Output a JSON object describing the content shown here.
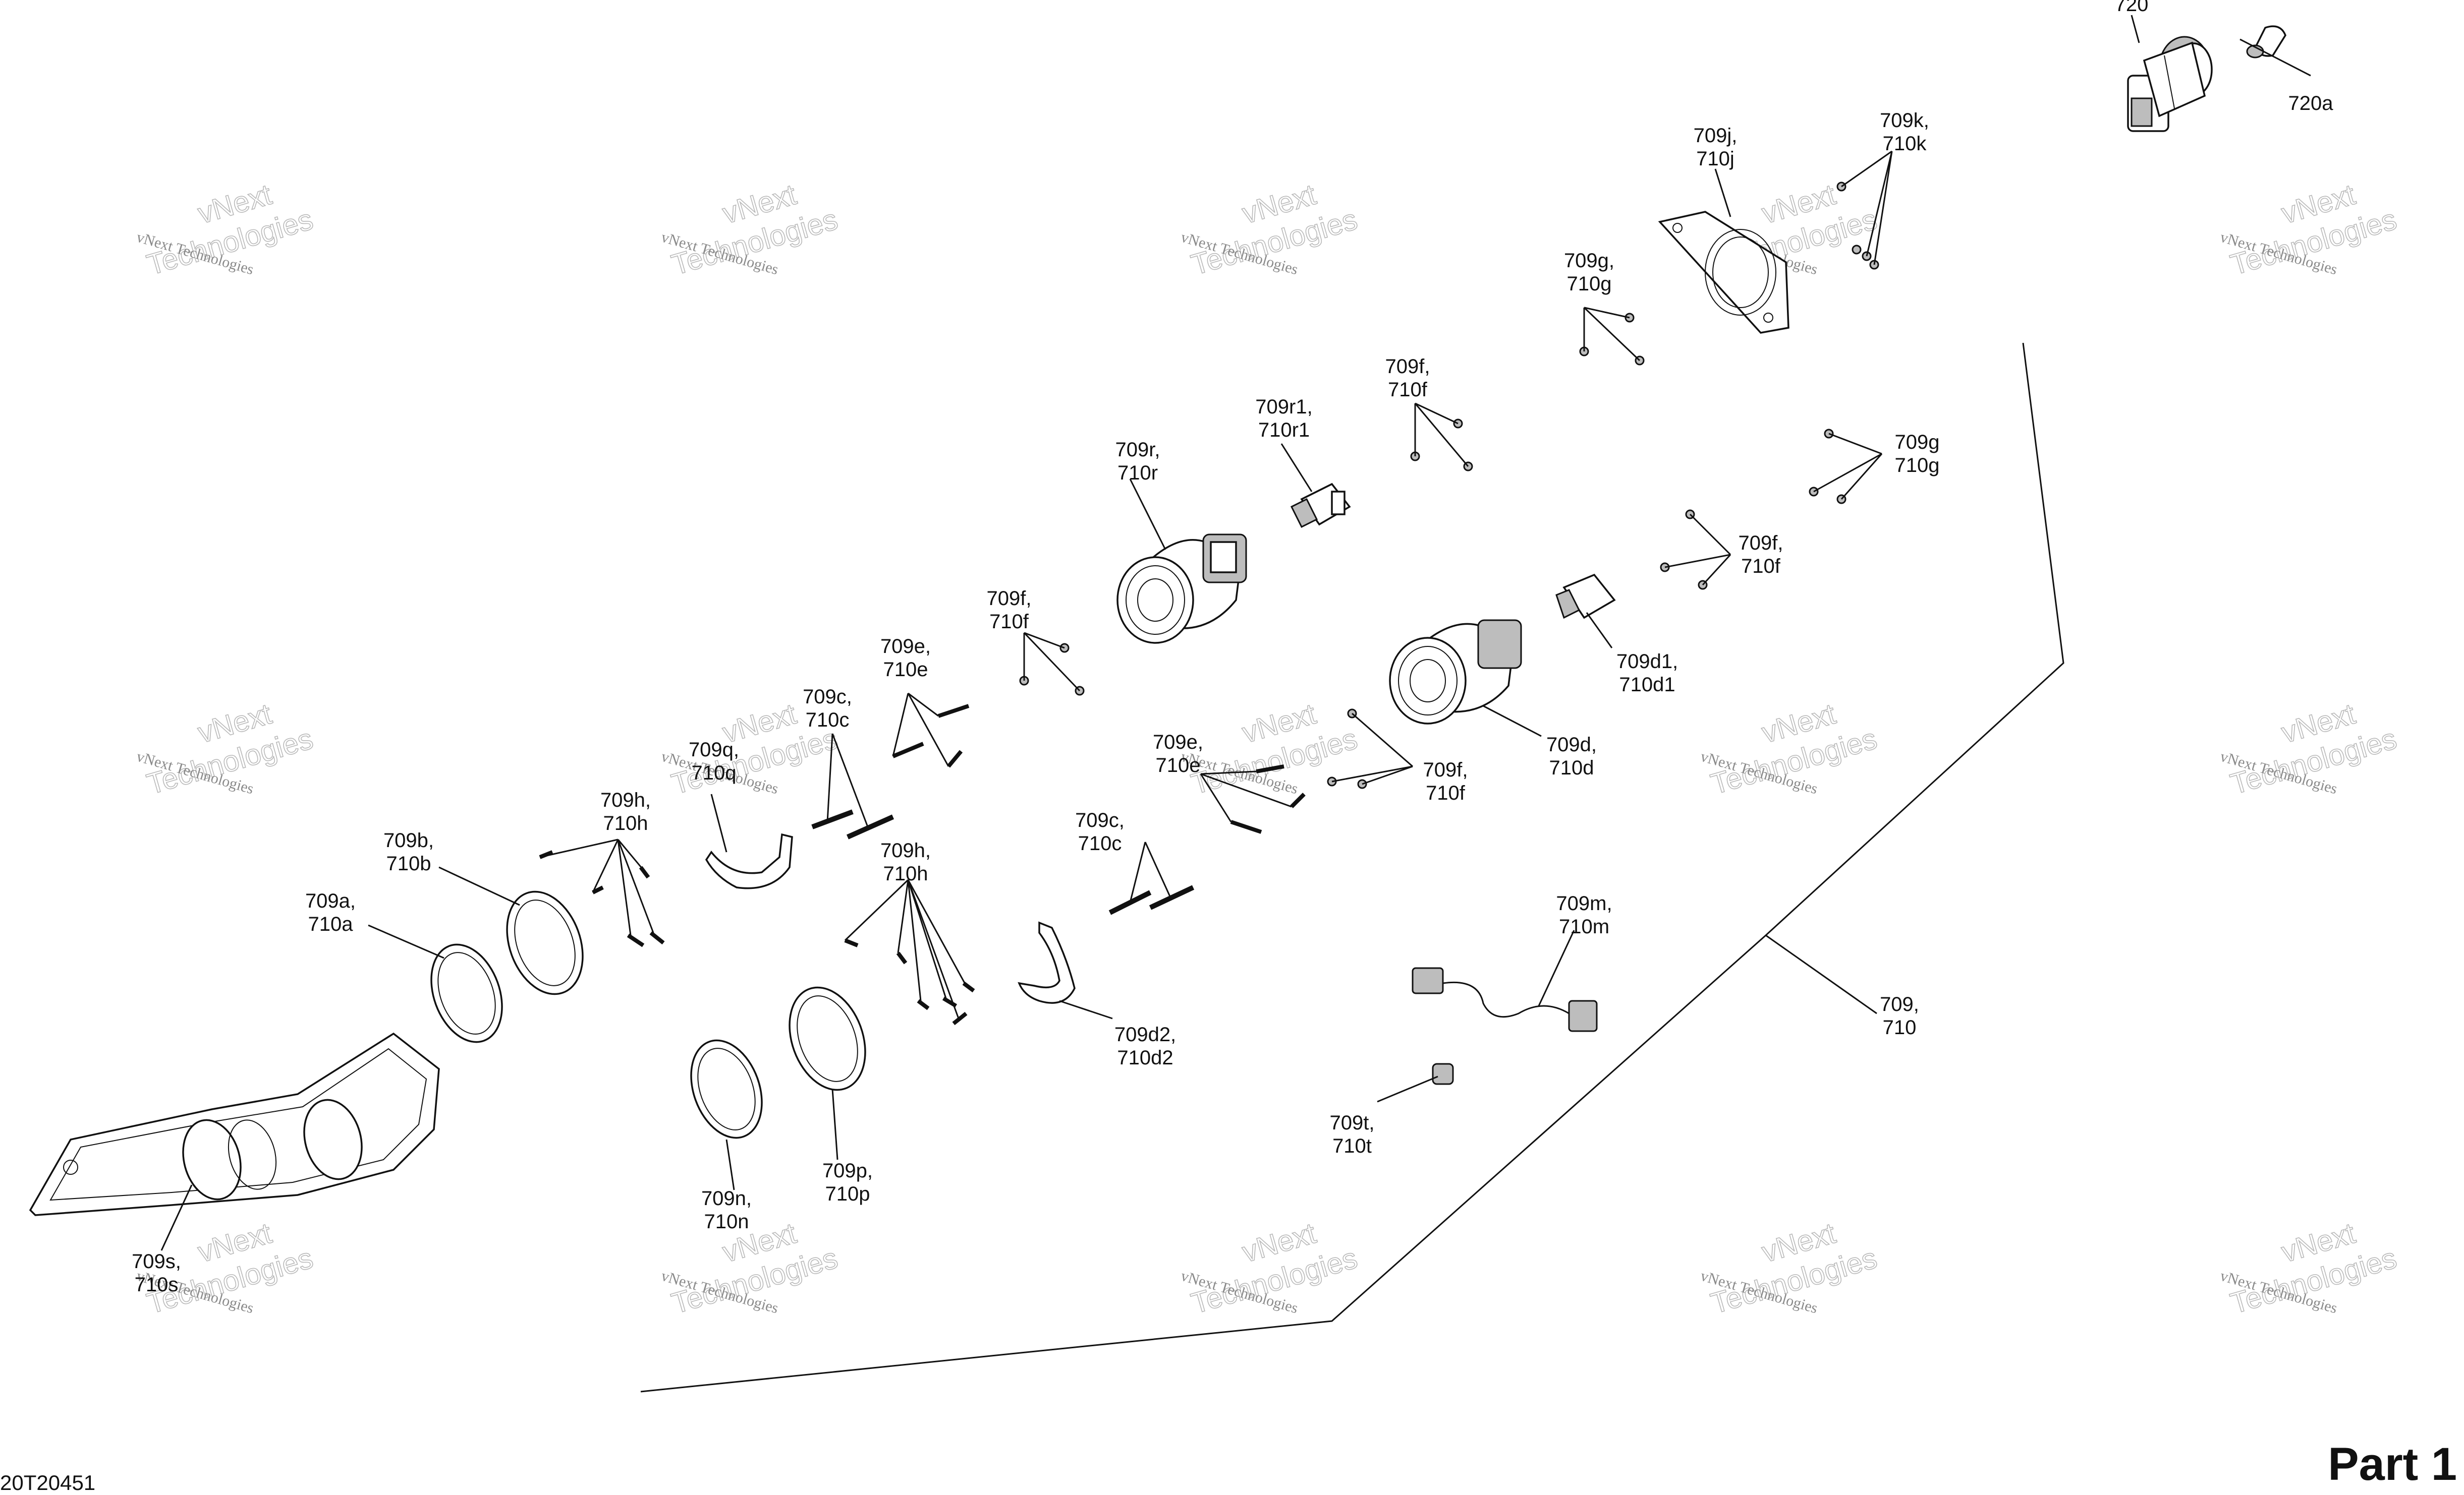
{
  "drawing_code": "20T20451",
  "part_title": "Part 1",
  "watermark": {
    "line1": "vNext Technologies",
    "line2": "Technologies"
  },
  "callouts": [
    {
      "id": "720",
      "lines": [
        "720"
      ]
    },
    {
      "id": "720a",
      "lines": [
        "720a"
      ]
    },
    {
      "id": "709j",
      "lines": [
        "709j,",
        "710j"
      ]
    },
    {
      "id": "709k",
      "lines": [
        "709k,",
        "710k"
      ]
    },
    {
      "id": "709g-top",
      "lines": [
        "709g,",
        "710g"
      ]
    },
    {
      "id": "709f-top",
      "lines": [
        "709f,",
        "710f"
      ]
    },
    {
      "id": "709r1",
      "lines": [
        "709r1,",
        "710r1"
      ]
    },
    {
      "id": "709r",
      "lines": [
        "709r,",
        "710r"
      ]
    },
    {
      "id": "709g-right",
      "lines": [
        "709g",
        "710g"
      ]
    },
    {
      "id": "709f-right",
      "lines": [
        "709f,",
        "710f"
      ]
    },
    {
      "id": "709d1",
      "lines": [
        "709d1,",
        "710d1"
      ]
    },
    {
      "id": "709d",
      "lines": [
        "709d,",
        "710d"
      ]
    },
    {
      "id": "709f-mid",
      "lines": [
        "709f,",
        "710f"
      ]
    },
    {
      "id": "709f-left",
      "lines": [
        "709f,",
        "710f"
      ]
    },
    {
      "id": "709e-top",
      "lines": [
        "709e,",
        "710e"
      ]
    },
    {
      "id": "709c-top",
      "lines": [
        "709c,",
        "710c"
      ]
    },
    {
      "id": "709q",
      "lines": [
        "709q,",
        "710q"
      ]
    },
    {
      "id": "709h-top",
      "lines": [
        "709h,",
        "710h"
      ]
    },
    {
      "id": "709b",
      "lines": [
        "709b,",
        "710b"
      ]
    },
    {
      "id": "709a",
      "lines": [
        "709a,",
        "710a"
      ]
    },
    {
      "id": "709e-mid",
      "lines": [
        "709e,",
        "710e"
      ]
    },
    {
      "id": "709c-mid",
      "lines": [
        "709c,",
        "710c"
      ]
    },
    {
      "id": "709h-mid",
      "lines": [
        "709h,",
        "710h"
      ]
    },
    {
      "id": "709d2",
      "lines": [
        "709d2,",
        "710d2"
      ]
    },
    {
      "id": "709m",
      "lines": [
        "709m,",
        "710m"
      ]
    },
    {
      "id": "709",
      "lines": [
        "709,",
        "710"
      ]
    },
    {
      "id": "709t",
      "lines": [
        "709t,",
        "710t"
      ]
    },
    {
      "id": "709p",
      "lines": [
        "709p,",
        "710p"
      ]
    },
    {
      "id": "709n",
      "lines": [
        "709n,",
        "710n"
      ]
    },
    {
      "id": "709s",
      "lines": [
        "709s,",
        "710s"
      ]
    }
  ]
}
